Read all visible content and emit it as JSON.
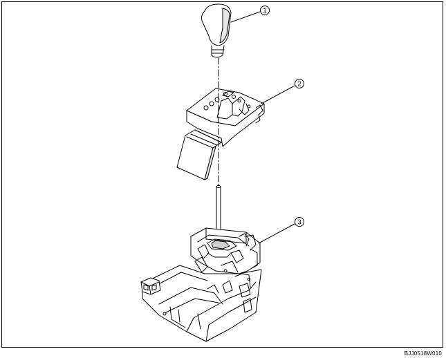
{
  "figure": {
    "callouts": [
      "1",
      "2",
      "3"
    ],
    "figure_code": "BJJ0518W010"
  },
  "colors": {
    "line": "#000000",
    "background": "#ffffff",
    "shade": "#d9d9d9"
  }
}
